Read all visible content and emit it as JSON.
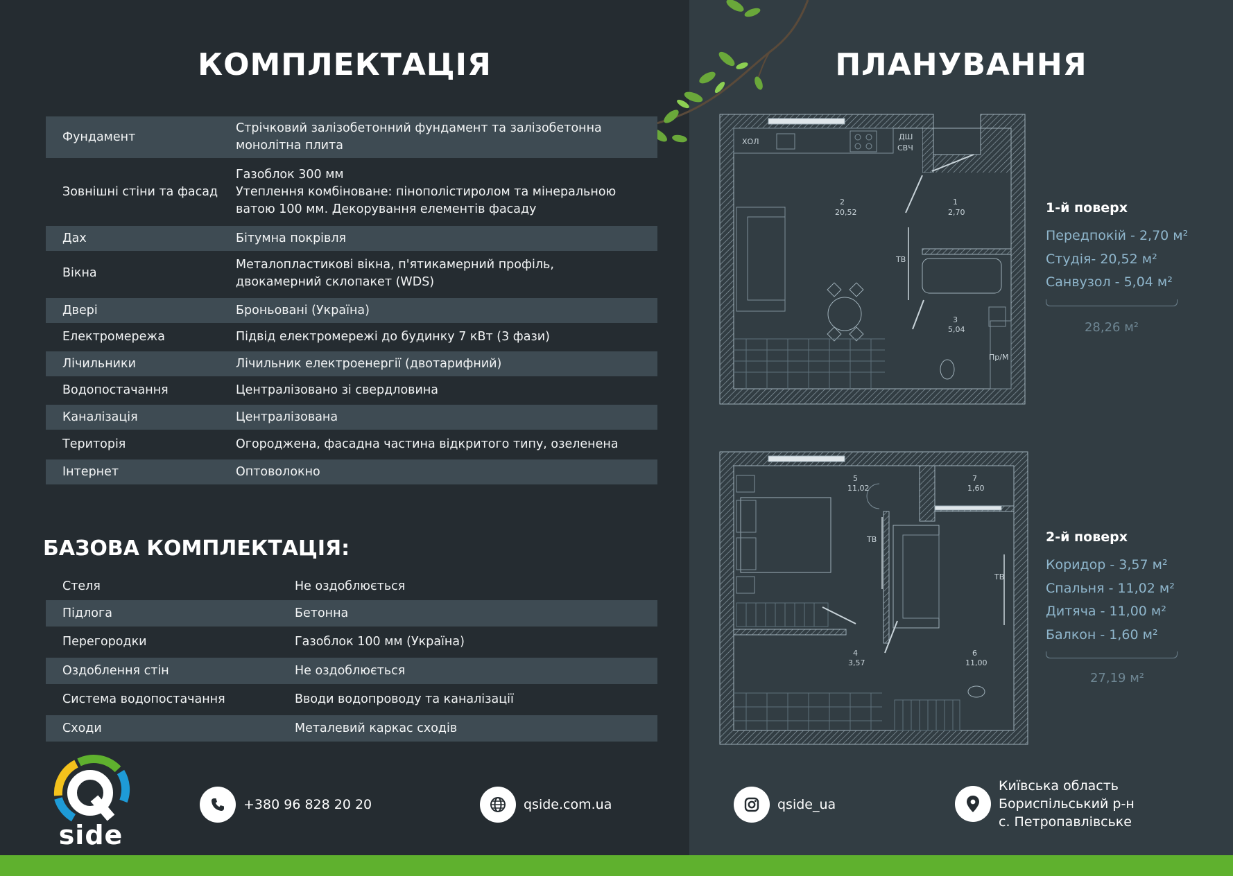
{
  "left": {
    "title": "КОМПЛЕКТАЦІЯ",
    "spec": [
      {
        "key": "Фундамент",
        "value": [
          "Стрічковий залізобетонний фундамент та залізобетонна",
          "монолітна плита"
        ]
      },
      {
        "key": "Зовнішні стіни та фасад",
        "value": [
          "Газоблок 300 мм",
          "Утеплення комбіноване: пінополістиролом та мінеральною",
          "ватою 100 мм. Декорування елементів фасаду"
        ]
      },
      {
        "key": "Дах",
        "value": [
          "Бітумна покрівля"
        ]
      },
      {
        "key": "Вікна",
        "value": [
          "Металопластикові вікна, п'ятикамерний профіль,",
          "двокамерний склопакет (WDS)"
        ]
      },
      {
        "key": "Двері",
        "value": [
          "Броньовані (Україна)"
        ]
      },
      {
        "key": "Електромережа",
        "value": [
          "Підвід електромережі до будинку 7 кВт (3 фази)"
        ]
      },
      {
        "key": "Лічильники",
        "value": [
          "Лічильник електроенергії (двотарифний)"
        ]
      },
      {
        "key": "Водопостачання",
        "value": [
          "Централізовано зі свердловина"
        ]
      },
      {
        "key": "Каналізація",
        "value": [
          "Централізована"
        ]
      },
      {
        "key": "Територія",
        "value": [
          "Огороджена, фасадна частина відкритого типу, озеленена"
        ]
      },
      {
        "key": "Інтернет",
        "value": [
          "Оптоволокно"
        ]
      }
    ],
    "base_title": "БАЗОВА КОМПЛЕКТАЦІЯ:",
    "base": [
      {
        "key": "Стеля",
        "value": "Не оздоблюється"
      },
      {
        "key": "Підлога",
        "value": "Бетонна"
      },
      {
        "key": "Перегородки",
        "value": "Газоблок 100 мм (Україна)"
      },
      {
        "key": "Оздоблення стін",
        "value": "Не оздоблюється"
      },
      {
        "key": "Система водопостачання",
        "value": "Вводи водопроводу та каналізації"
      },
      {
        "key": "Сходи",
        "value": "Металевий каркас сходів"
      }
    ],
    "logo_text": "side",
    "phone": "+380 96 828 20 20",
    "website": "qside.com.ua"
  },
  "right": {
    "title": "ПЛАНУВАННЯ",
    "floor1": {
      "title": "1-й поверх",
      "rooms": [
        "Передпокій - 2,70 м²",
        "Студія- 20,52 м²",
        "Санвузол - 5,04 м²"
      ],
      "total": "28,26 м²",
      "labels": {
        "hol": "ХОЛ",
        "dsh": "ДШ",
        "svch": "СВЧ",
        "tv": "ТВ",
        "prm": "Пр/М",
        "r1n": "1",
        "r1a": "2,70",
        "r2n": "2",
        "r2a": "20,52",
        "r3n": "3",
        "r3a": "5,04"
      }
    },
    "floor2": {
      "title": "2-й поверх",
      "rooms": [
        "Коридор - 3,57 м²",
        "Спальня - 11,02 м²",
        "Дитяча - 11,00 м²",
        "Балкон - 1,60 м²"
      ],
      "total": "27,19 м²",
      "labels": {
        "tv": "ТВ",
        "r4n": "4",
        "r4a": "3,57",
        "r5n": "5",
        "r5a": "11,02",
        "r6n": "6",
        "r6a": "11,00",
        "r7n": "7",
        "r7a": "1,60"
      }
    },
    "instagram": "qside_ua",
    "address": [
      "Київська область",
      "Бориспільський р-н",
      "с. Петропавлівське"
    ]
  },
  "colors": {
    "left_bg": "#252c31",
    "right_bg": "#323d43",
    "row_shade": "#3e4b53",
    "accent_green": "#5fb12e",
    "room_text": "#8fb6cc"
  }
}
